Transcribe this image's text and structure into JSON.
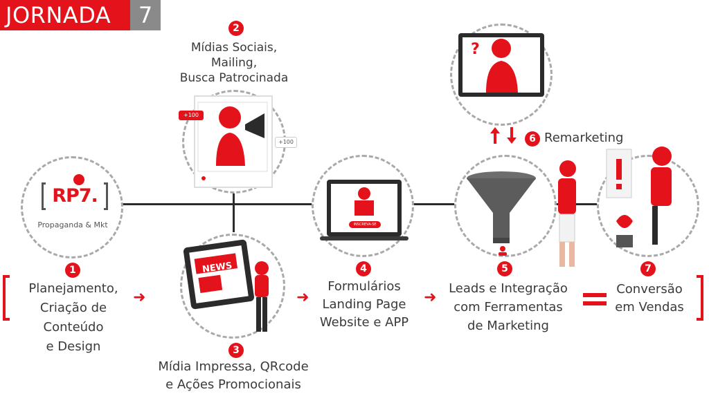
{
  "header": {
    "title": "JORNADA",
    "number": "7"
  },
  "logo": {
    "brand": "RP7.",
    "tagline": "Propaganda & Mkt"
  },
  "steps": [
    {
      "num": "1",
      "label": [
        "Planejamento,",
        "Criação de",
        "Conteúdo",
        "e Design"
      ]
    },
    {
      "num": "2",
      "label": [
        "Mídias Sociais,",
        "Mailing,",
        "Busca Patrocinada"
      ]
    },
    {
      "num": "3",
      "label": [
        "Mídia Impressa, QRcode",
        "e Ações Promocionais"
      ]
    },
    {
      "num": "4",
      "label": [
        "Formulários",
        "Landing Page",
        "Website e APP"
      ]
    },
    {
      "num": "5",
      "label": [
        "Leads e Integração",
        "com Ferramentas",
        "de Marketing"
      ]
    },
    {
      "num": "6",
      "label": [
        "Remarketing"
      ]
    },
    {
      "num": "7",
      "label": [
        "Conversão",
        "em Vendas"
      ]
    }
  ],
  "illustrations": {
    "social_badge_1": "+100",
    "social_badge_2": "+100",
    "newspaper_title": "NEWS",
    "landing_button": "INSCREVA-SE"
  },
  "colors": {
    "accent": "#e4121a",
    "grey": "#8a8a8a",
    "line": "#2b2b2b",
    "dash": "#a9a9a9"
  }
}
